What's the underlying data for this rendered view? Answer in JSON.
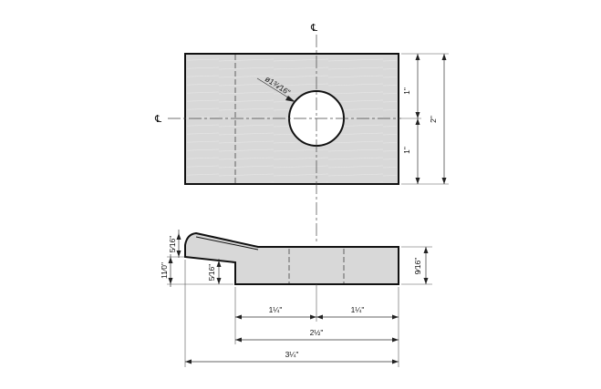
{
  "centerline_symbol": "℄",
  "labels": {
    "hole_diameter": "ø1¾⁄16\"",
    "top_half_upper": "1\"",
    "top_half_lower": "1\"",
    "top_height": "2\"",
    "slope_thickness": "5⁄16\"",
    "step_depth": "5⁄16\"",
    "lip_height": "11⁄0\"",
    "body_thickness": "9⁄16\"",
    "left_half": "1¼\"",
    "right_half": "1¼\"",
    "overall_body": "2½\"",
    "overall_total": "3¼\""
  }
}
